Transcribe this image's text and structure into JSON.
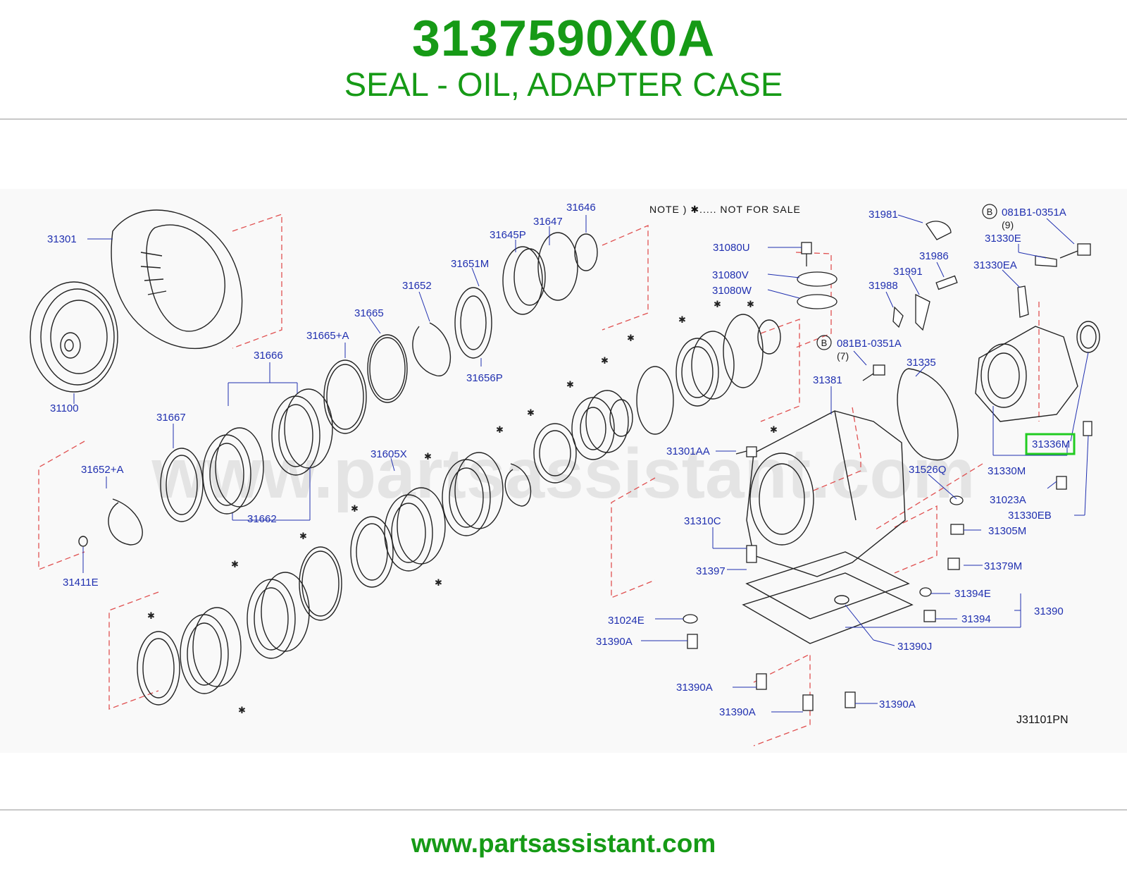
{
  "header": {
    "part_number": "3137590X0A",
    "description": "SEAL - OIL, ADAPTER CASE"
  },
  "footer": {
    "url": "www.partsassistant.com"
  },
  "diagram": {
    "note": "NOTE ) ✱..... NOT FOR SALE",
    "watermark": "www.partsassistant.com",
    "drawing_code": "J31101PN",
    "highlighted_part": "31336M",
    "highlight_color": "#22cc22",
    "label_color": "#2030b0",
    "brand_color": "#169a16",
    "bolt_ref_1": {
      "symbol": "B",
      "code": "081B1-0351A",
      "qty": "(9)"
    },
    "bolt_ref_2": {
      "symbol": "B",
      "code": "081B1-0351A",
      "qty": "(7)"
    },
    "labels": {
      "p31301": "31301",
      "p31100": "31100",
      "p31666": "31666",
      "p31667": "31667",
      "p31662": "31662",
      "p31652A": "31652+A",
      "p31411E": "31411E",
      "p31665A": "31665+A",
      "p31665": "31665",
      "p31652": "31652",
      "p31651M": "31651M",
      "p31656P": "31656P",
      "p31645P": "31645P",
      "p31647": "31647",
      "p31646": "31646",
      "p31605X": "31605X",
      "p31080U": "31080U",
      "p31080V": "31080V",
      "p31080W": "31080W",
      "p31381": "31381",
      "p31301AA": "31301AA",
      "p31335": "31335",
      "p31310C": "31310C",
      "p31397": "31397",
      "p31024E": "31024E",
      "p31390A_1": "31390A",
      "p31390A_2": "31390A",
      "p31390A_3": "31390A",
      "p31390A_4": "31390A",
      "p31390J": "31390J",
      "p31394E": "31394E",
      "p31394": "31394",
      "p31390": "31390",
      "p31379M": "31379M",
      "p31305M": "31305M",
      "p31526Q": "31526Q",
      "p31981": "31981",
      "p31986": "31986",
      "p31991": "31991",
      "p31988": "31988",
      "p31330E": "31330E",
      "p31330EA": "31330EA",
      "p31336M": "31336M",
      "p31330M": "31330M",
      "p31023A": "31023A",
      "p31330EB": "31330EB"
    }
  }
}
